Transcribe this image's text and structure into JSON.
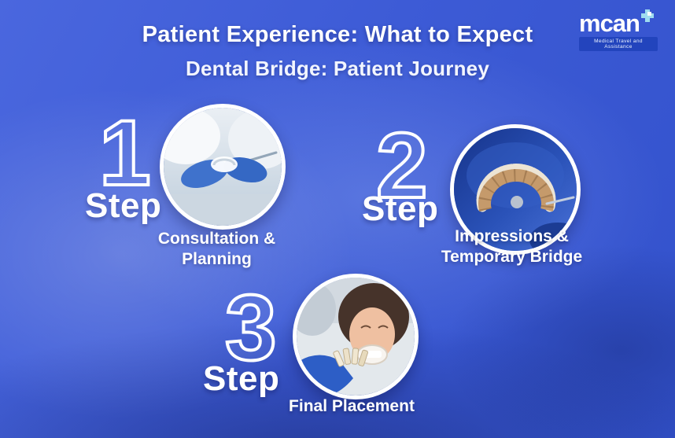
{
  "header": {
    "title": "Patient Experience: What to Expect",
    "subtitle": "Dental Bridge: Patient Journey"
  },
  "logo": {
    "name": "mcan",
    "tagline": "Medical Travel and Assistance"
  },
  "steps": [
    {
      "number": "1",
      "label": "Step",
      "caption": "Consultation &\nPlanning",
      "image": "dental-consultation-photo"
    },
    {
      "number": "2",
      "label": "Step",
      "caption": "Impressions &\nTemporary Bridge",
      "image": "dental-impression-model-photo"
    },
    {
      "number": "3",
      "label": "Step",
      "caption": "Final Placement",
      "image": "shade-matching-placement-photo"
    }
  ],
  "colors": {
    "background_blue": "#3d5bd6",
    "text_white": "#ffffff",
    "logo_plus_cyan": "#9fdcef",
    "glove_blue": "#3568c4",
    "model_tan": "#c59a6b"
  }
}
